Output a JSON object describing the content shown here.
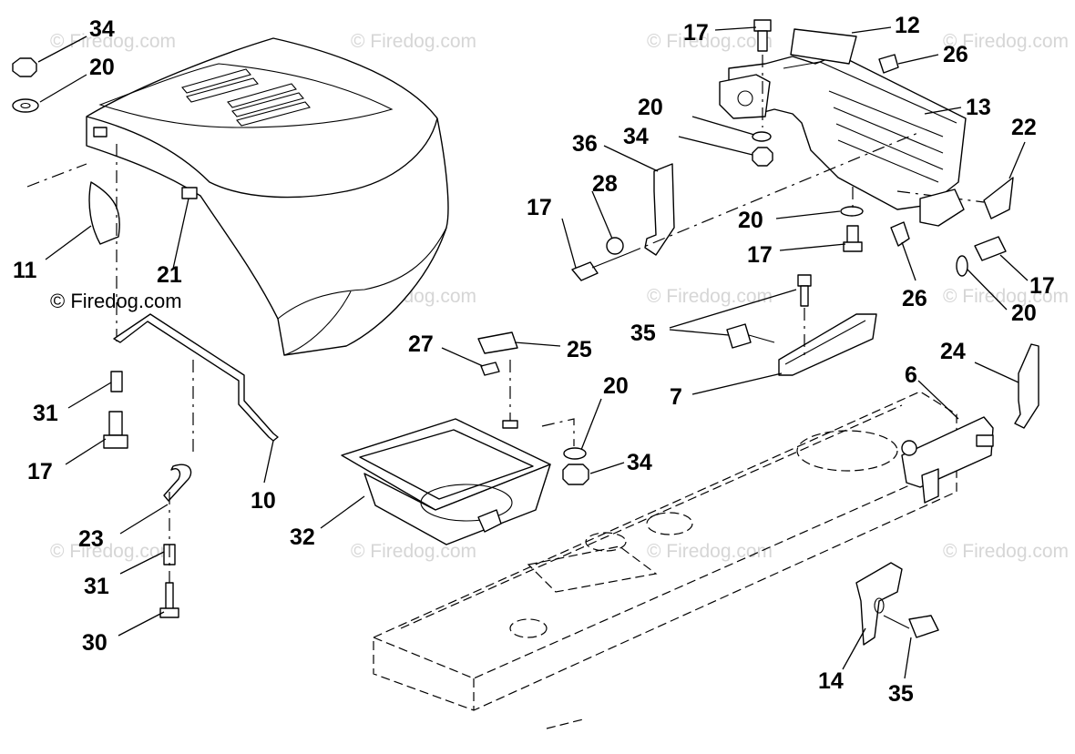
{
  "watermark": {
    "text": "© Firedog.com",
    "color": "#d6d6d6"
  },
  "callouts": [
    {
      "id": "c-34a",
      "label": "34"
    },
    {
      "id": "c-20a",
      "label": "20"
    },
    {
      "id": "c-11",
      "label": "11"
    },
    {
      "id": "c-21",
      "label": "21"
    },
    {
      "id": "c-31a",
      "label": "31"
    },
    {
      "id": "c-17a",
      "label": "17"
    },
    {
      "id": "c-10",
      "label": "10"
    },
    {
      "id": "c-23",
      "label": "23"
    },
    {
      "id": "c-31b",
      "label": "31"
    },
    {
      "id": "c-30",
      "label": "30"
    },
    {
      "id": "c-32",
      "label": "32"
    },
    {
      "id": "c-27",
      "label": "27"
    },
    {
      "id": "c-25",
      "label": "25"
    },
    {
      "id": "c-20b",
      "label": "20"
    },
    {
      "id": "c-34b",
      "label": "34"
    },
    {
      "id": "c-17b",
      "label": "17"
    },
    {
      "id": "c-12",
      "label": "12"
    },
    {
      "id": "c-26a",
      "label": "26"
    },
    {
      "id": "c-13",
      "label": "13"
    },
    {
      "id": "c-20c",
      "label": "20"
    },
    {
      "id": "c-34c",
      "label": "34"
    },
    {
      "id": "c-36",
      "label": "36"
    },
    {
      "id": "c-22",
      "label": "22"
    },
    {
      "id": "c-28",
      "label": "28"
    },
    {
      "id": "c-17c",
      "label": "17"
    },
    {
      "id": "c-20d",
      "label": "20"
    },
    {
      "id": "c-17d",
      "label": "17"
    },
    {
      "id": "c-26b",
      "label": "26"
    },
    {
      "id": "c-17e",
      "label": "17"
    },
    {
      "id": "c-20e",
      "label": "20"
    },
    {
      "id": "c-35a",
      "label": "35"
    },
    {
      "id": "c-7",
      "label": "7"
    },
    {
      "id": "c-6",
      "label": "6"
    },
    {
      "id": "c-24",
      "label": "24"
    },
    {
      "id": "c-14",
      "label": "14"
    },
    {
      "id": "c-35b",
      "label": "35"
    }
  ]
}
